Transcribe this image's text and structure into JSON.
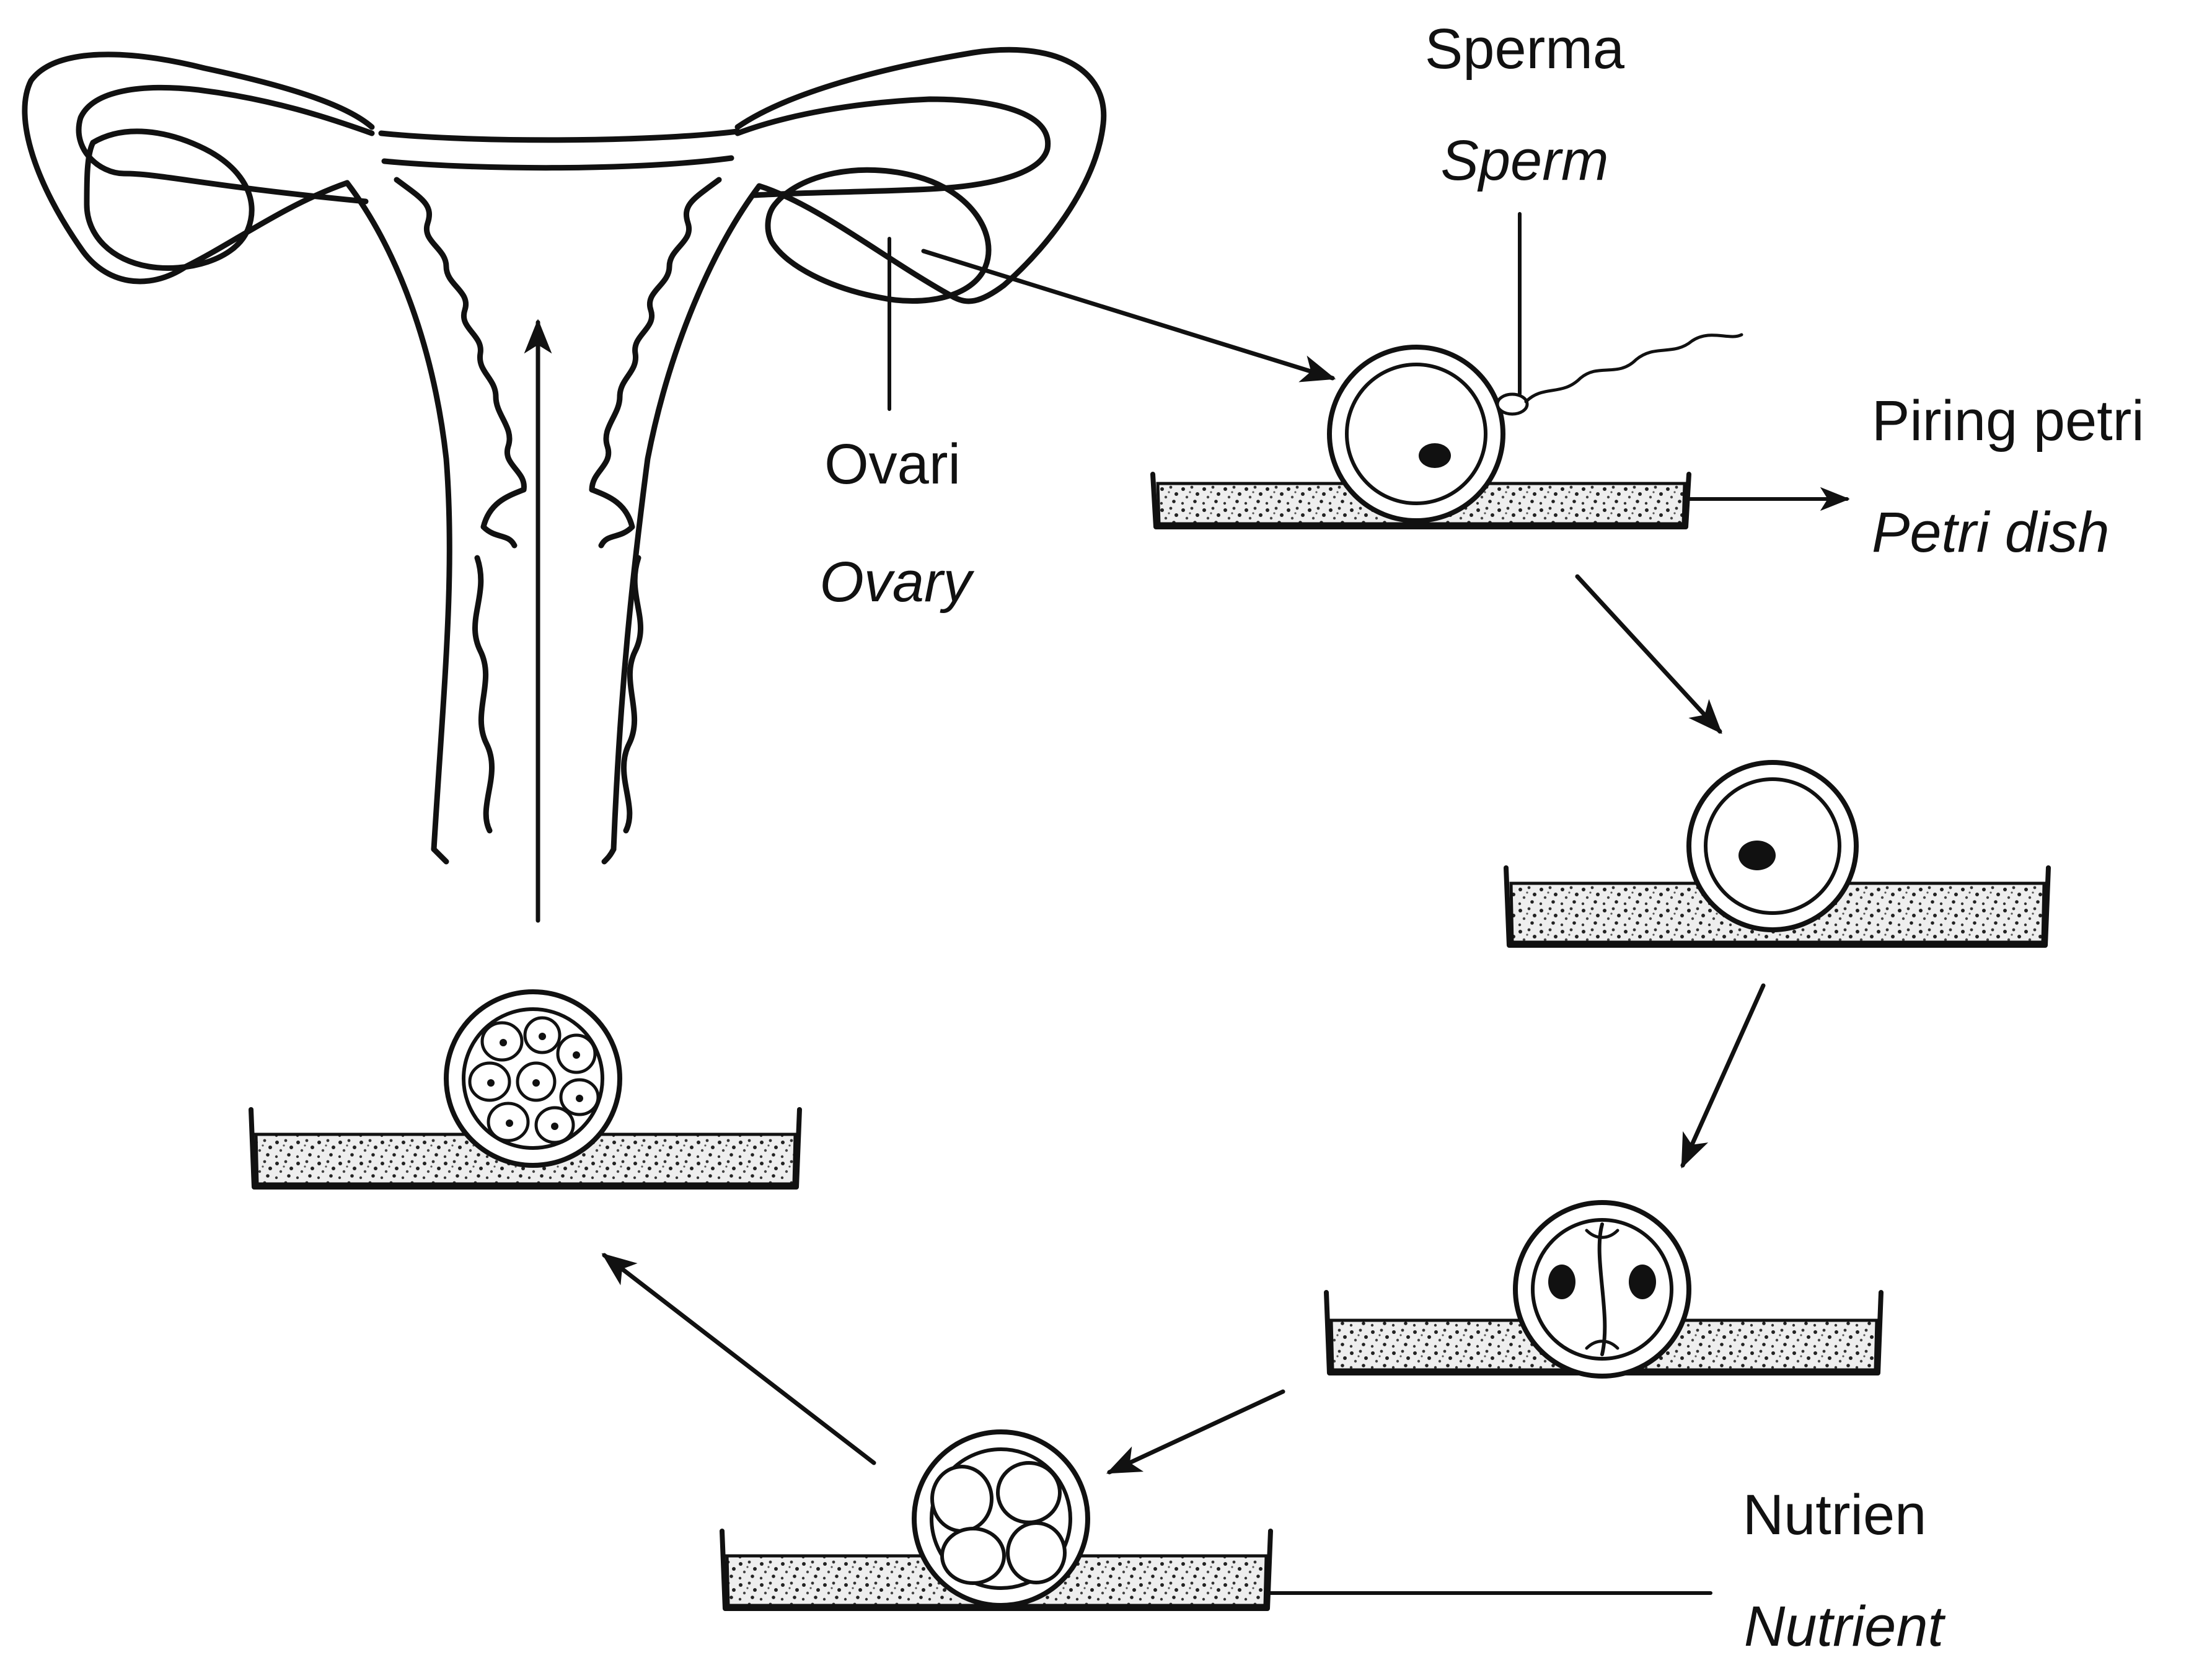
{
  "labels": {
    "ovary_ms": "Ovari",
    "ovary_en": "Ovary",
    "sperm_ms": "Sperma",
    "sperm_en": "Sperm",
    "dish_ms": "Piring petri",
    "dish_en": "Petri dish",
    "nutrient_ms": "Nutrien",
    "nutrient_en": "Nutrient"
  },
  "colors": {
    "ink": "#111111",
    "paper": "#ffffff",
    "nutrient_fill": "#d6d6d6"
  },
  "stages": [
    {
      "id": "fertilisation",
      "cells": 1,
      "note": "ovum with sperm attached"
    },
    {
      "id": "zygote",
      "cells": 1
    },
    {
      "id": "two-cell",
      "cells": 2
    },
    {
      "id": "four-cell",
      "cells": 4
    },
    {
      "id": "blastocyst",
      "cells": 8
    }
  ]
}
